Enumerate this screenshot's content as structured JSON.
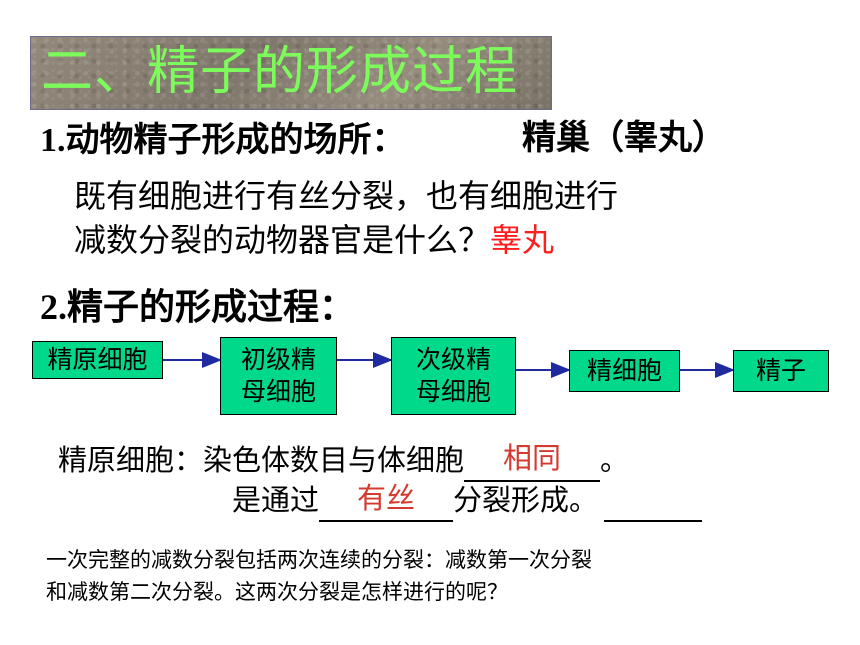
{
  "title": "二、精子的形成过程",
  "section1": {
    "number": "1.",
    "heading": "动物精子形成的场所：",
    "answer": "精巢（睾丸）",
    "question_line1": "既有细胞进行有丝分裂，也有细胞进行",
    "question_line2": "减数分裂的动物器官是什么？",
    "question_answer": "睾丸"
  },
  "section2": {
    "number": "2.",
    "heading": "精子的形成过程："
  },
  "flow": [
    {
      "line1": "精原细胞",
      "line2": ""
    },
    {
      "line1": "初级精",
      "line2": "母细胞"
    },
    {
      "line1": "次级精",
      "line2": "母细胞"
    },
    {
      "line1": "精细胞",
      "line2": ""
    },
    {
      "line1": "精子",
      "line2": ""
    }
  ],
  "fill_in": {
    "line1_prefix": "精原细胞：染色体数目与体细胞",
    "blank1": "相同",
    "line1_suffix": "。",
    "line2_prefix": "是通过",
    "blank2": "有丝",
    "line2_suffix": "分裂形成。"
  },
  "note_line1": "一次完整的减数分裂包括两次连续的分裂：减数第一次分裂",
  "note_line2": "和减数第二次分裂。这两次分裂是怎样进行的呢？",
  "colors": {
    "title_text": "#7cfc5a",
    "box_fill": "#00d98a",
    "answer_red": "#ff1e1e",
    "blank_red": "#d43a2f",
    "arrow": "#1f2aa0"
  }
}
